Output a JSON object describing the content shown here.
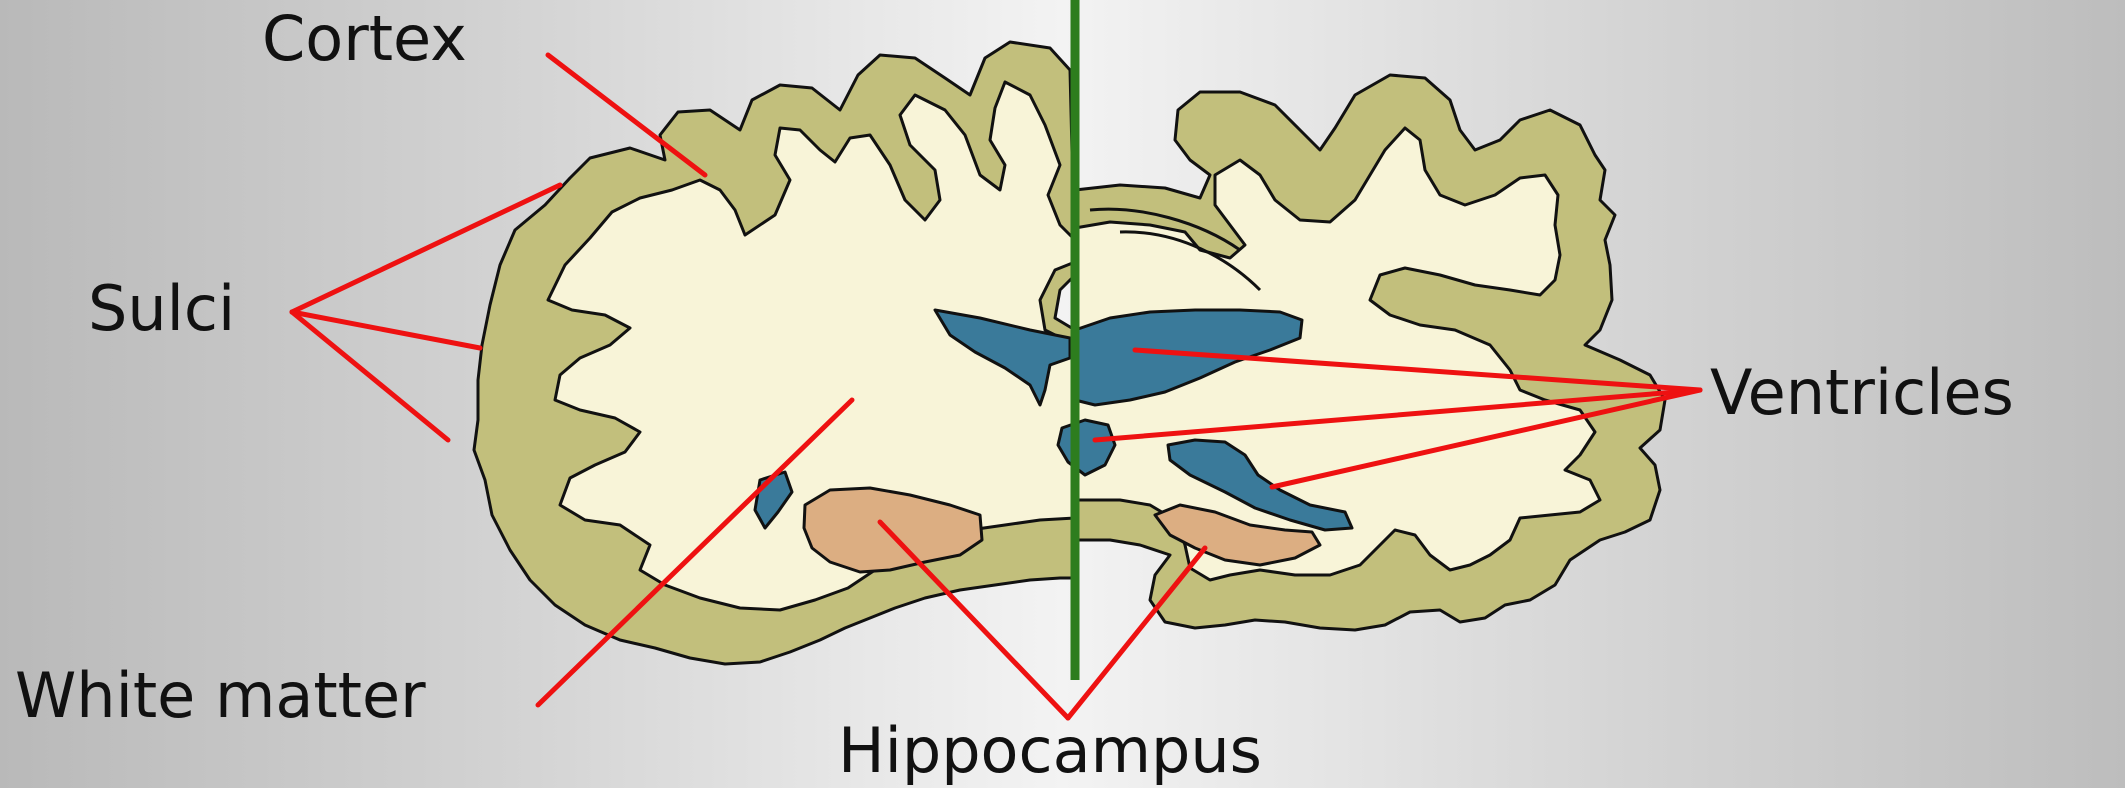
{
  "labels": {
    "cortex": "Cortex",
    "sulci": "Sulci",
    "white_matter": "White matter",
    "hippocampus": "Hippocampus",
    "ventricles": "Ventricles"
  },
  "colors": {
    "cortex": "#c2bf7c",
    "white_matter": "#f8f4d8",
    "ventricle": "#3a7a9a",
    "hippocampus": "#dcae82",
    "pointer": "#ee1111",
    "midline": "#2d7d1e",
    "outline": "#111111"
  }
}
